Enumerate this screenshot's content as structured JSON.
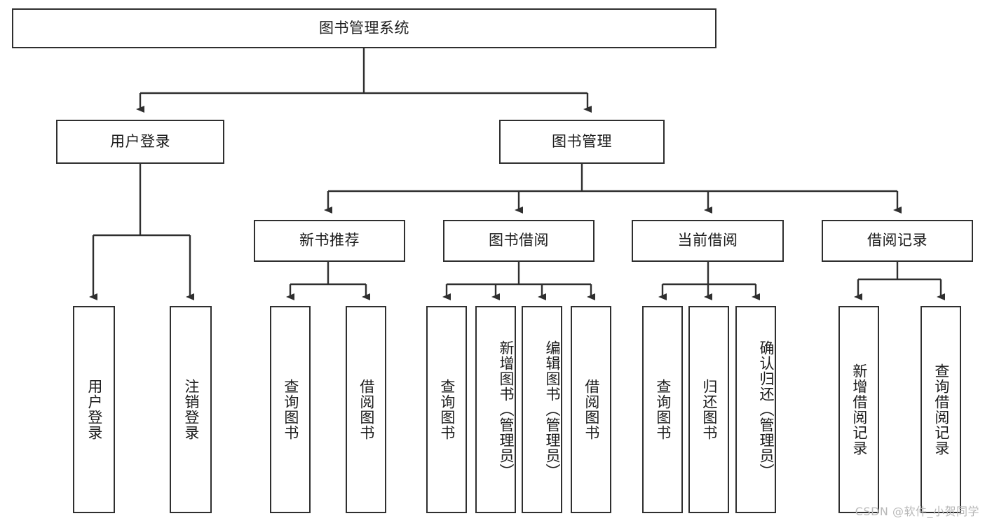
{
  "diagram": {
    "title": "图书管理系统",
    "root": {
      "id": "root",
      "label": "图书管理系统"
    },
    "level2": [
      {
        "id": "user-login",
        "label": "用户登录"
      },
      {
        "id": "book-management",
        "label": "图书管理"
      }
    ],
    "level3": [
      {
        "id": "new-book-recommend",
        "label": "新书推荐"
      },
      {
        "id": "book-borrow",
        "label": "图书借阅"
      },
      {
        "id": "current-borrow",
        "label": "当前借阅"
      },
      {
        "id": "borrow-record",
        "label": "借阅记录"
      }
    ],
    "leaves": {
      "user_login": [
        {
          "id": "leaf-user-login",
          "label": "用户登录"
        },
        {
          "id": "leaf-logout",
          "label": "注销登录"
        }
      ],
      "new_book_recommend": [
        {
          "id": "leaf-query-book-1",
          "label": "查询图书"
        },
        {
          "id": "leaf-borrow-book-1",
          "label": "借阅图书"
        }
      ],
      "book_borrow": [
        {
          "id": "leaf-query-book-2",
          "label": "查询图书"
        },
        {
          "id": "leaf-add-book",
          "label": "新增图书（管理员）"
        },
        {
          "id": "leaf-edit-book",
          "label": "编辑图书（管理员）"
        },
        {
          "id": "leaf-borrow-book-2",
          "label": "借阅图书"
        }
      ],
      "current_borrow": [
        {
          "id": "leaf-query-book-3",
          "label": "查询图书"
        },
        {
          "id": "leaf-return-book",
          "label": "归还图书"
        },
        {
          "id": "leaf-confirm-return",
          "label": "确认归还（管理员）"
        }
      ],
      "borrow_record": [
        {
          "id": "leaf-add-record",
          "label": "新增借阅记录"
        },
        {
          "id": "leaf-query-record",
          "label": "查询借阅记录"
        }
      ]
    },
    "colors": {
      "stroke": "#2f2f2f",
      "fill": "#ffffff",
      "text": "#1c1c1c",
      "watermark": "#b9b9b9"
    }
  },
  "watermark": {
    "text": "CSDN @软件_小贺同学"
  }
}
